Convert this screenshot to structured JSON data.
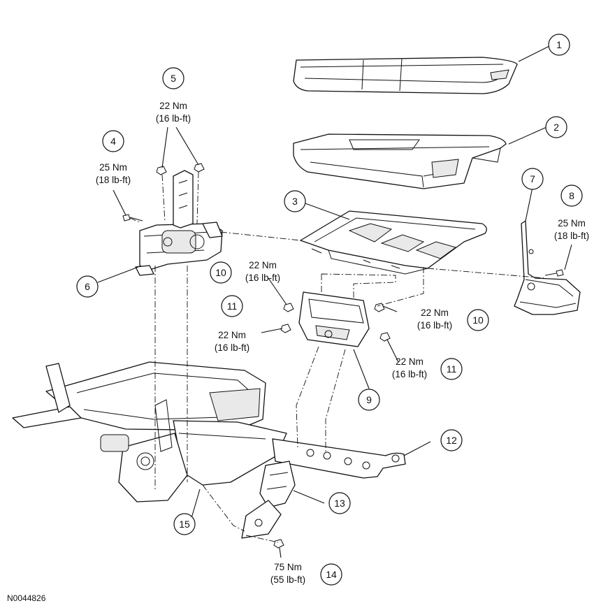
{
  "callouts": [
    {
      "id": "c1",
      "num": "1"
    },
    {
      "id": "c2",
      "num": "2"
    },
    {
      "id": "c3",
      "num": "3"
    },
    {
      "id": "c4",
      "num": "4"
    },
    {
      "id": "c5",
      "num": "5"
    },
    {
      "id": "c6",
      "num": "6"
    },
    {
      "id": "c7",
      "num": "7"
    },
    {
      "id": "c8",
      "num": "8"
    },
    {
      "id": "c9",
      "num": "9"
    },
    {
      "id": "c10a",
      "num": "10"
    },
    {
      "id": "c10b",
      "num": "10"
    },
    {
      "id": "c11a",
      "num": "11"
    },
    {
      "id": "c11b",
      "num": "11"
    },
    {
      "id": "c12",
      "num": "12"
    },
    {
      "id": "c13",
      "num": "13"
    },
    {
      "id": "c14",
      "num": "14"
    },
    {
      "id": "c15",
      "num": "15"
    }
  ],
  "torques": {
    "t4": {
      "nm": "25 Nm",
      "lbft": "(18 lb-ft)"
    },
    "t5": {
      "nm": "22 Nm",
      "lbft": "(16 lb-ft)"
    },
    "t8": {
      "nm": "25 Nm",
      "lbft": "(18 lb-ft)"
    },
    "t10a": {
      "nm": "22 Nm",
      "lbft": "(16 lb-ft)"
    },
    "t10b": {
      "nm": "22 Nm",
      "lbft": "(16 lb-ft)"
    },
    "t11a": {
      "nm": "22 Nm",
      "lbft": "(16 lb-ft)"
    },
    "t11b": {
      "nm": "22 Nm",
      "lbft": "(16 lb-ft)"
    },
    "t14": {
      "nm": "75 Nm",
      "lbft": "(55 lb-ft)"
    }
  },
  "figure_id": "N0044826"
}
